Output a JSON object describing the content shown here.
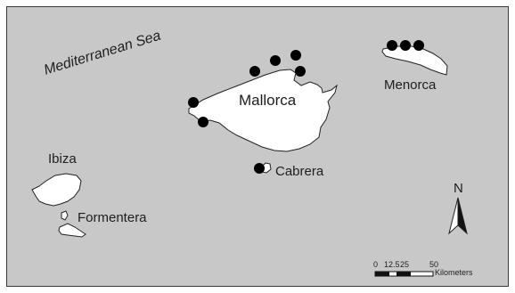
{
  "map": {
    "sea_label": "Mediterranean Sea",
    "islands": {
      "mallorca": "Mallorca",
      "menorca": "Menorca",
      "ibiza": "Ibiza",
      "formentera": "Formentera",
      "cabrera": "Cabrera"
    },
    "north_arrow": "N",
    "scale_bar": {
      "ticks": [
        "0",
        "12.5",
        "25",
        "50"
      ],
      "unit": "Kilometers"
    }
  },
  "colors": {
    "sea": "#c8c8c8",
    "land": "#ffffff",
    "outline": "#222222",
    "site_marker": "#000000"
  }
}
